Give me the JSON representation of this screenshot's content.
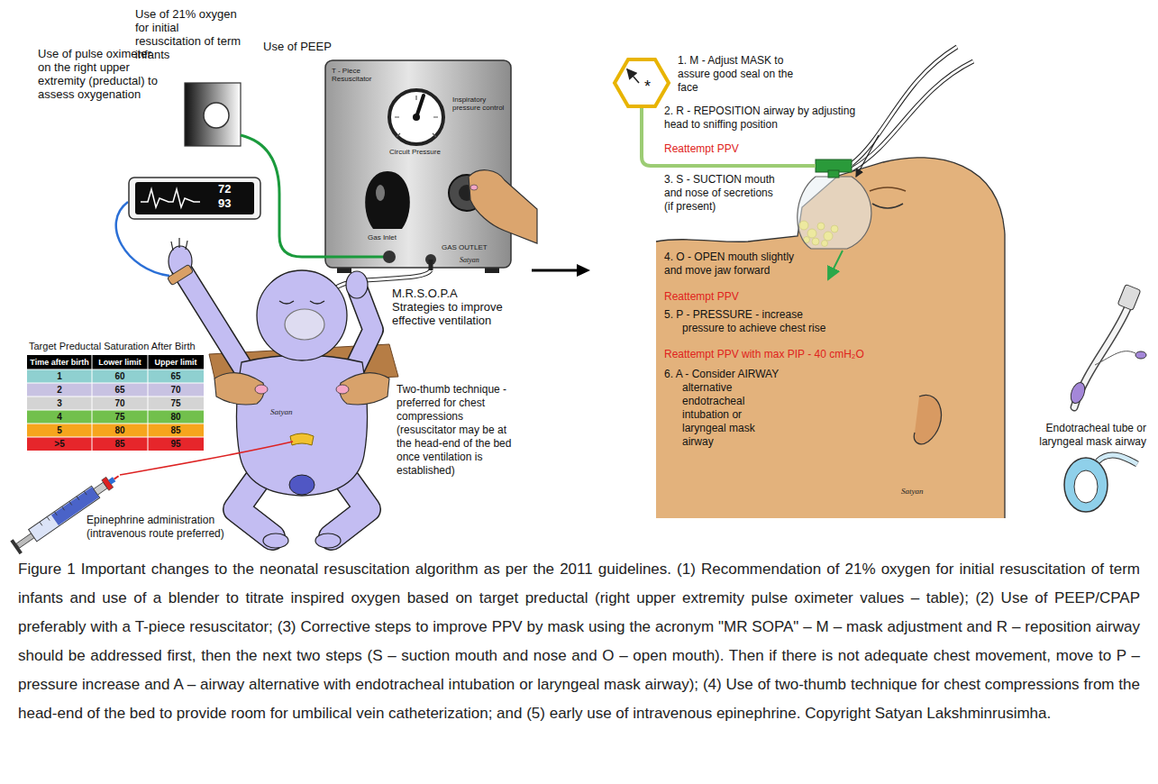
{
  "diagram": {
    "caption": "Figure 1 Important changes to the neonatal resuscitation algorithm as per the 2011 guidelines. (1) Recommendation of 21% oxygen for initial resuscitation of term infants and use of a blender to titrate inspired oxygen based on target preductal (right upper extremity pulse oximeter values – table); (2) Use of PEEP/CPAP preferably with a T-piece resuscitator; (3) Corrective steps to improve PPV by mask using the acronym \"MR SOPA\" – M – mask adjustment and R – reposition airway should be addressed first, then the next two steps (S – suction mouth and nose and O – open mouth). Then if there is not adequate chest movement, move to P – pressure increase and A – airway alternative with endotracheal intubation or laryngeal mask airway); (4) Use of two-thumb technique for chest compressions from the head-end of the bed to provide room for umbilical vein catheterization; and (5) early use of intravenous epinephrine. Copyright Satyan Lakshminrusimha.",
    "nodes": [
      {
        "text": [
          "72",
          "93"
        ]
      },
      {
        "text": [
          "T - Piece Resuscitator",
          "Circuit Pressure",
          "Inspiratory pressure control",
          "Gas Inlet",
          "GAS OUTLET",
          "Satyan"
        ]
      }
    ],
    "labels": [
      "Use of 21% oxygen for initial resuscitation of term infants",
      "Use of PEEP",
      "Use of pulse oximeter on the right upper extremity (preductal) to assess oxygenation",
      "M.R.S.O.P.A Strategies to improve effective ventilation",
      "Target Preductal Saturation After Birth",
      "Time after birth",
      "Lower limit",
      "Upper limit",
      "1",
      "60",
      "65",
      "2",
      "65",
      "70",
      "3",
      "70",
      "75",
      "4",
      "75",
      "80",
      "5",
      "80",
      "85",
      ">5",
      "85",
      "95",
      "Two-thumb technique - preferred for chest compressions (resuscitator may be at the head-end of the bed once ventilation is established)",
      "Epinephrine administration (intravenous route preferred)",
      "Satyan",
      "1. M - Adjust MASK to assure good seal on the face",
      "*",
      "2. R - REPOSITION airway by adjusting head to sniffing position",
      "Reattempt PPV",
      "3. S - SUCTION mouth and nose of secretions (if present)",
      "4. O - OPEN mouth slightly and move jaw forward",
      "Reattempt PPV",
      "5. P - PRESSURE - increase pressure to achieve chest rise",
      "Reattempt PPV with max PIP - 40 cmH₂O",
      "6. A - Consider AIRWAY alternative endotracheal intubation or laryngeal mask airway",
      "Endotracheal tube or laryngeal mask airway",
      "Satyan"
    ]
  }
}
